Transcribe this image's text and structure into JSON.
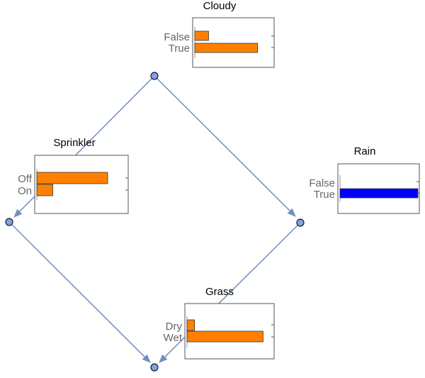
{
  "diagram": {
    "nodes": [
      {
        "id": "cloudy"
      },
      {
        "id": "sprinkler"
      },
      {
        "id": "rain"
      },
      {
        "id": "grass"
      }
    ],
    "edges": [
      {
        "from": "cloudy",
        "to": "sprinkler"
      },
      {
        "from": "cloudy",
        "to": "rain"
      },
      {
        "from": "sprinkler",
        "to": "grass"
      },
      {
        "from": "rain",
        "to": "grass"
      }
    ],
    "colors": {
      "bar": "#ff8000",
      "observed_bar": "#0000ff",
      "edge": "#6f8fbf",
      "node": "#7fa3e0"
    }
  },
  "cloudy": {
    "title": "Cloudy",
    "categories": [
      "False",
      "True"
    ],
    "values": [
      0.18,
      0.82
    ]
  },
  "sprinkler": {
    "title": "Sprinkler",
    "categories": [
      "Off",
      "On"
    ],
    "values": [
      0.8,
      0.18
    ]
  },
  "rain": {
    "title": "Rain",
    "categories": [
      "False",
      "True"
    ],
    "values": [
      0.0,
      1.0
    ],
    "observed": true
  },
  "grass": {
    "title": "Grass",
    "categories": [
      "Dry",
      "Wet"
    ],
    "values": [
      0.09,
      0.91
    ]
  }
}
